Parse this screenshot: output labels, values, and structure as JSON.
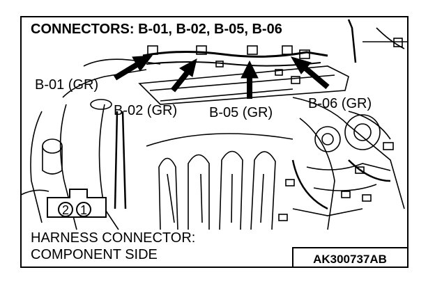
{
  "title": "CONNECTORS: B-01, B-02, B-05, B-06",
  "callouts": {
    "b01": "B-01 (GR)",
    "b02": "B-02 (GR)",
    "b05": "B-05 (GR)",
    "b06": "B-06 (GR)"
  },
  "pins": {
    "left": "2",
    "right": "1"
  },
  "footer": {
    "line1": "HARNESS CONNECTOR:",
    "line2": "COMPONENT SIDE",
    "code": "AK300737AB"
  }
}
